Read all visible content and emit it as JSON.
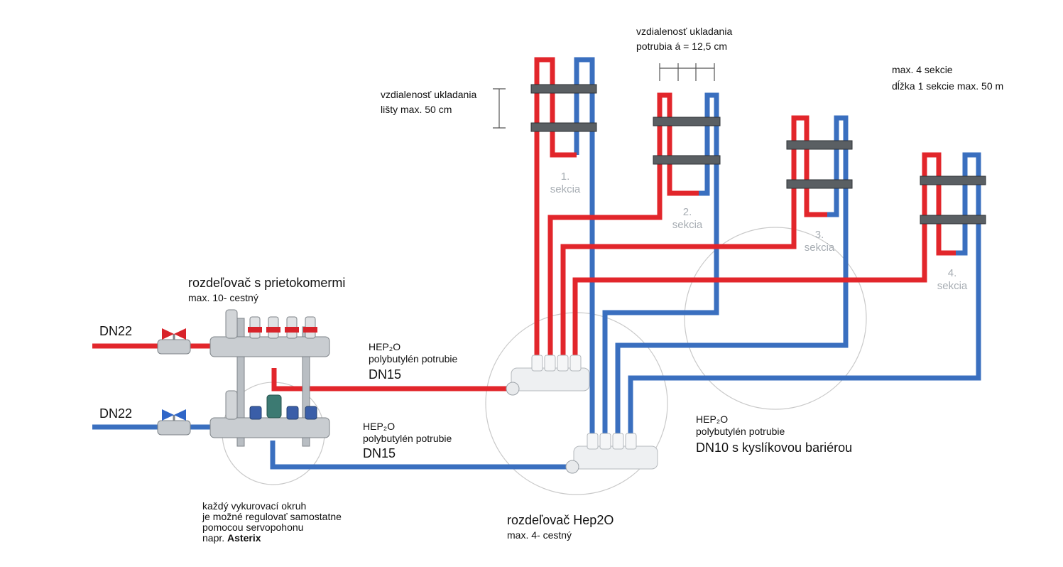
{
  "colors": {
    "hot": "#e2262b",
    "cold": "#3a6fbf",
    "rail": "#5a5f63",
    "circle": "#c9c9c9",
    "section_label": "#a7adb3"
  },
  "labels": {
    "dn22_top": "DN22",
    "dn22_bottom": "DN22",
    "manifold_title": "rozdeľovač s prietokomermi",
    "manifold_sub": "max. 10- cestný",
    "pipe_hot_1": "HEP₂O",
    "pipe_hot_2": "polybutylén potrubie",
    "pipe_hot_3": "DN15",
    "pipe_cold_1": "HEP₂O",
    "pipe_cold_2": "polybutylén potrubie",
    "pipe_cold_3": "DN15",
    "note_1": "každý vykurovací okruh",
    "note_2": "je možné regulovať samostatne",
    "note_3": "pomocou servopohonu",
    "note_4_prefix": "napr.",
    "note_4_bold": "Asterix",
    "hep_manifold_title": "rozdeľovač Hep2O",
    "hep_manifold_sub": "max. 4- cestný",
    "dn10_1": "HEP₂O",
    "dn10_2": "polybutylén potrubie",
    "dn10_3": "DN10 s kyslíkovou bariérou",
    "rail_dist_1": "vzdialenosť ukladania",
    "rail_dist_2": "lišty max. 50 cm",
    "pipe_dist_1": "vzdialenosť ukladania",
    "pipe_dist_2": "potrubia á = 12,5 cm",
    "max_sections_1": "max. 4 sekcie",
    "max_sections_2": "dĺžka 1 sekcie max. 50 m"
  },
  "sections": [
    {
      "number": "1.",
      "word": "sekcia"
    },
    {
      "number": "2.",
      "word": "sekcia"
    },
    {
      "number": "3.",
      "word": "sekcia"
    },
    {
      "number": "4.",
      "word": "sekcia"
    }
  ]
}
